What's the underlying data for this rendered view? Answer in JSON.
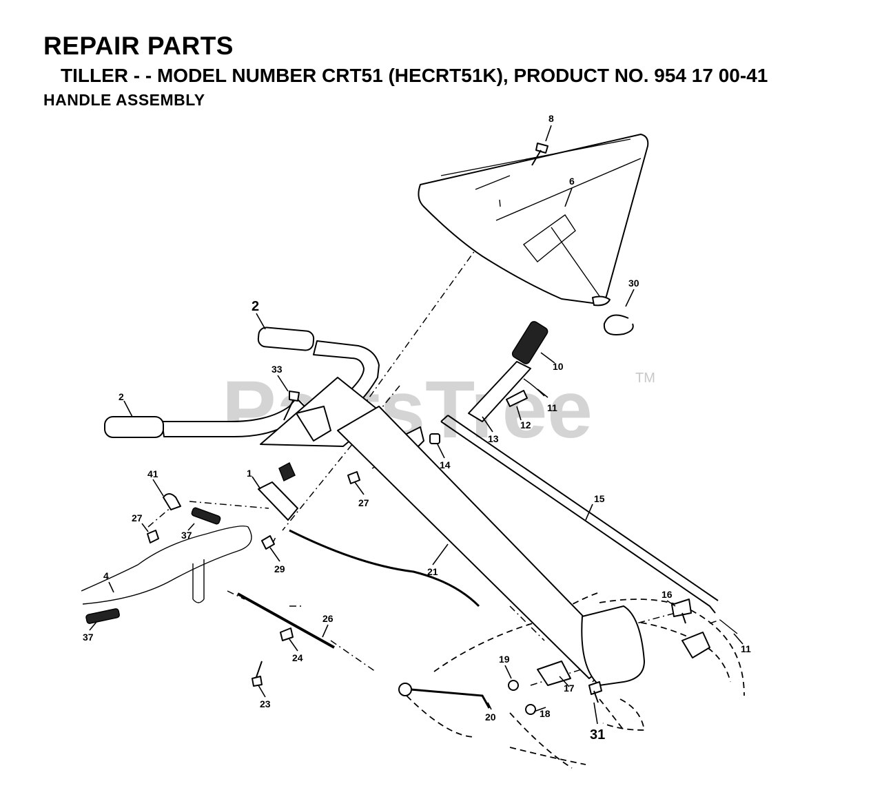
{
  "header": {
    "title": "REPAIR PARTS",
    "subtitle": "TILLER - - MODEL NUMBER CRT51 (HECRT51K), PRODUCT NO. 954 17 00-41",
    "section": "HANDLE ASSEMBLY"
  },
  "watermark": {
    "text": "PartsTree",
    "trademark": "TM"
  },
  "callouts": {
    "c8": "8",
    "c6": "6",
    "c30": "30",
    "c2a": "2",
    "c10": "10",
    "c33": "33",
    "c11a": "11",
    "c12": "12",
    "c2b": "2",
    "c13": "13",
    "c14": "14",
    "c41": "41",
    "c1": "1",
    "c27a": "27",
    "c15": "15",
    "c27b": "27",
    "c37a": "37",
    "c29": "29",
    "c21": "21",
    "c4": "4",
    "c16": "16",
    "c26": "26",
    "c37b": "37",
    "c24": "24",
    "c11b": "11",
    "c19": "19",
    "c17": "17",
    "c23": "23",
    "c20": "20",
    "c18": "18",
    "c31": "31"
  },
  "colors": {
    "ink": "#000000",
    "watermark": "#d4d4d4",
    "paper": "#ffffff"
  }
}
